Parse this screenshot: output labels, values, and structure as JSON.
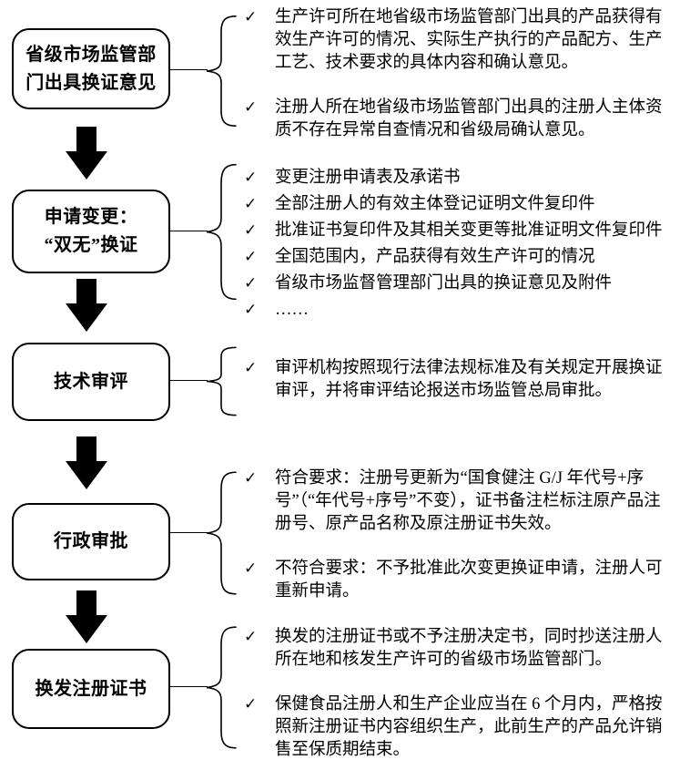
{
  "ui": {
    "bullet_marker": "✓",
    "ink_color": "#000000",
    "background_color": "#ffffff"
  },
  "flow": {
    "stages": [
      {
        "box_label": "省级市场监管部\n门出具换证意见",
        "bullets": [
          "生产许可所在地省级市场监管部门出具的产品获得有效生产许可的情况、实际生产执行的产品配方、生产工艺、技术要求的具体内容和确认意见。",
          "注册人所在地省级市场监管部门出具的注册人主体资质不存在异常自查情况和省级局确认意见。"
        ]
      },
      {
        "box_label": "申请变更：\n“双无”换证",
        "bullets": [
          "变更注册申请表及承诺书",
          "全部注册人的有效主体登记证明文件复印件",
          "批准证书复印件及其相关变更等批准证明文件复印件",
          "全国范围内，产品获得有效生产许可的情况",
          "省级市场监督管理部门出具的换证意见及附件",
          "……"
        ]
      },
      {
        "box_label": "技术审评",
        "bullets": [
          "审评机构按照现行法律法规标准及有关规定开展换证审评，并将审评结论报送市场监管总局审批。"
        ]
      },
      {
        "box_label": "行政审批",
        "bullets": [
          "符合要求：注册号更新为“国食健注 G/J 年代号+序号”（“年代号+序号”不变），证书备注栏标注原产品注册号、原产品名称及原注册证书失效。",
          "不符合要求：不予批准此次变更换证申请，注册人可重新申请。"
        ]
      },
      {
        "box_label": "换发注册证书",
        "bullets": [
          "换发的注册证书或不予注册决定书，同时抄送注册人所在地和核发生产许可的省级市场监管部门。",
          "保健食品注册人和生产企业应当在 6 个月内，严格按照新注册证书内容组织生产，此前生产的产品允许销售至保质期结束。"
        ]
      }
    ]
  }
}
